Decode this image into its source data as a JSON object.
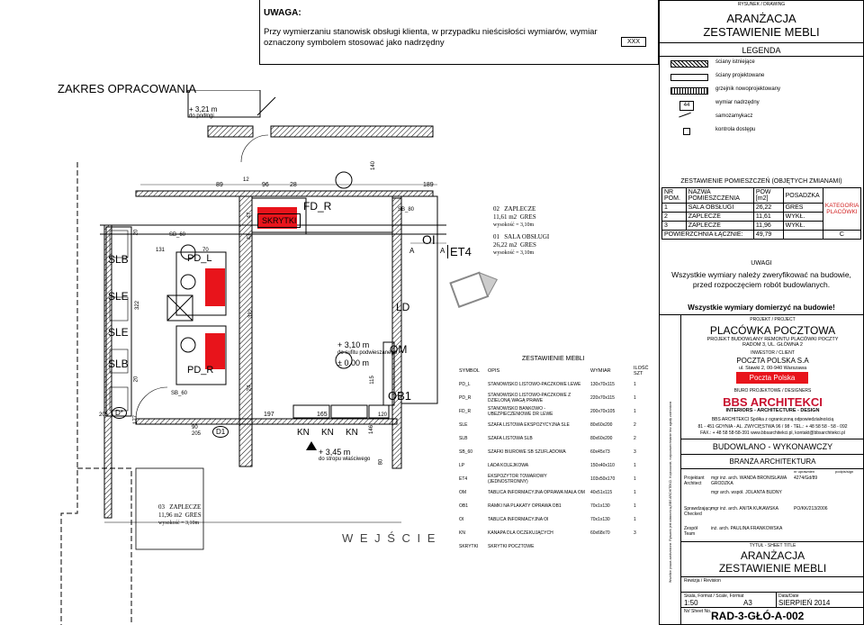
{
  "notice": {
    "title": "UWAGA:",
    "body": "Przy wymierzaniu stanowisk obsługi klienta, w przypadku nieścisłości wymiarów, wymiar oznaczony symbolem stosować jako nadrzędny",
    "symbol": "XXX"
  },
  "scope_title": "ZAKRES OPRACOWANIA",
  "plan": {
    "level_top": "+ 3,21 m",
    "level_top_sub": "do podłogi",
    "level_mid": "+ 3,10 m",
    "level_mid_sub": "do sufitu podwieszanego",
    "level_zero": "± 0,00 m",
    "level_low": "+ 3,45 m",
    "level_low_sub": "do stropu właściwego",
    "entrance": "W E J Ś C I E",
    "rooms": [
      {
        "num": "02",
        "name": "ZAPLECZE",
        "area": "11,61 m2",
        "floor": "GRES",
        "height": "wysokość = 3,10m"
      },
      {
        "num": "01",
        "name": "SALA OBSŁUGI",
        "area": "26,22 m2",
        "floor": "GRES",
        "height": "wysokość = 3,10m"
      },
      {
        "num": "03",
        "name": "ZAPLECZE",
        "area": "11,96 m2",
        "floor": "GRES",
        "height": "wysokość = 3,10m"
      }
    ],
    "dims": [
      "89",
      "12",
      "96",
      "28",
      "189",
      "140",
      "47",
      "43",
      "322",
      "131",
      "70",
      "20",
      "322",
      "20",
      "177",
      "205",
      "90",
      "205",
      "197",
      "165",
      "146",
      "115",
      "120",
      "24",
      "80"
    ],
    "tags": {
      "slb": "SLB",
      "sle": "SLE",
      "pd_l": "PD_L",
      "pd_r": "PD_R",
      "fd_r": "FD_R",
      "skrytki": "SKRYTKI",
      "sb_60a": "SB_60",
      "sb_60b": "SB_60",
      "sb_80": "SB_80",
      "oi": "OI",
      "et4": "ET4",
      "ld": "LD",
      "om": "OM",
      "ob1": "OB1",
      "kn": "KN",
      "d1": "D1",
      "d": "D*",
      "a": "A"
    }
  },
  "legend_table": {
    "title": "ZESTAWIENIE MEBLI",
    "headers": [
      "SYMBOL",
      "OPIS",
      "WYMIAR",
      "ILOŚĆ SZT"
    ],
    "rows": [
      [
        "PD_L",
        "STANOWISKO LISTOWO-PACZKOWE LEWE",
        "130x70x115",
        "1"
      ],
      [
        "PD_R",
        "STANOWISKO LISTOWO-PACZKOWE Z DZIELONĄ WAGĄ PRAWE",
        "220x70x115",
        "1"
      ],
      [
        "FD_R",
        "STANOWISKO BANKOWO - UBEZPIECZENIOWE DR LEWE",
        "200x70x105",
        "1"
      ],
      [
        "SLE",
        "SZAFA LISTOWA EKSPOZYCYJNA SLE",
        "80x60x200",
        "2"
      ],
      [
        "SLB",
        "SZAFA LISTOWA SLB",
        "80x60x200",
        "2"
      ],
      [
        "SB_60",
        "SZAFKI BIUROWE SB SZUFLADOWA",
        "60x45x73",
        "3"
      ],
      [
        "LP",
        "LADA KOLEJKOWA",
        "150x40x110",
        "1"
      ],
      [
        "ET4",
        "EKSPOZYTOR TOWAROWY (JEDNOSTRONNY)",
        "103x50x170",
        "1"
      ],
      [
        "OM",
        "TABLICA INFORMACYJNA OPRAWA MAŁA OM",
        "40x51x115",
        "1"
      ],
      [
        "OB1",
        "RAMKI NA PLAKATY OPRAWA OB1",
        "70x1x130",
        "1"
      ],
      [
        "OI",
        "TABLICA INFORMACYJNA OI",
        "70x1x130",
        "1"
      ],
      [
        "KN",
        "KANAPA DLA OCZEKUJĄCYCH",
        "60x68x70",
        "3"
      ],
      [
        "SKRYTKI",
        "SKRYTKI POCZTOWE",
        "",
        ""
      ]
    ]
  },
  "sheet": {
    "top_label": "RYSUNEK / DRAWING",
    "drawing_title_1": "ARANŻACJA",
    "drawing_title_2": "ZESTAWIENIE MEBLI",
    "legend_title": "LEGENDA",
    "legend": [
      {
        "icon": "wall-existing-icon",
        "text": "ściany istniejące"
      },
      {
        "icon": "wall-designed-icon",
        "text": "ściany projektowane"
      },
      {
        "icon": "heater-icon",
        "text": "grzejnik nowoprojektowany"
      },
      {
        "icon": "dimension-icon",
        "text": "wymiar nadrzędny",
        "tag": "44"
      },
      {
        "icon": "door-closer-icon",
        "text": "samozamykacz"
      },
      {
        "icon": "access-control-icon",
        "text": "kontrola dostępu"
      }
    ],
    "rooms_title": "ZESTAWIENIE POMIESZCZEŃ (OBJĘTYCH ZMIANAMI)",
    "rooms_headers": [
      "NR POM.",
      "NAZWA POMIESZCZENIA",
      "POW [m2]",
      "POSADZKA"
    ],
    "rooms_rows": [
      [
        "1",
        "SALA OBSŁUGI",
        "26,22",
        "GRES"
      ],
      [
        "2",
        "ZAPLECZE",
        "11,61",
        "WYKŁ."
      ],
      [
        "3",
        "ZAPLECZE",
        "11,96",
        "WYKŁ."
      ]
    ],
    "category": "KATEGORIA PLACÓWKI",
    "total_label": "POWIERZCHNIA ŁĄCZNIE:",
    "total_value": "49,79",
    "category_value": "C",
    "uwagi_title": "UWAGI",
    "uwagi_text": "Wszystkie wymiary należy zweryfikować na budowie, przed rozpoczęciem robót budowlanych.",
    "measure_note": "Wszystkie wymiary domierzyć na budowie!",
    "project_label": "PROJEKT / PROJECT",
    "project_title": "PLACÓWKA POCZTOWA",
    "project_sub": "PROJEKT BUDOWLANY REMONTU PLACÓWKI POCZTY RADOM 3, UL. GŁÓWNA 2",
    "investor_label": "INWESTOR / CLIENT",
    "investor": "POCZTA POLSKA S.A",
    "investor_addr": "ul. Stawki 2, 00-940 Warszawa",
    "investor_logo": "Poczta Polska",
    "office_label": "BIURO PROJEKTOWE / DESIGNERS",
    "office_logo": "BBS ARCHITEKCI",
    "office_tagline": "INTERIORS - ARCHITECTURE - DESIGN",
    "office_line1": "BBS ARCHITEKCI Spółka z ograniczoną odpowiedzialnością",
    "office_line2": "81 - 451 GDYNIA - AL. ZWYCIĘSTWA 96 / 98 -  TEL.: + 48 58 58 - 58 - 092",
    "office_line3": "FAX.: + 48 58 58-58-391   www.bbsarchitekci.pl, kontakt@bbsarchitekci.pl",
    "phase": "BUDOWLANO - WYKONAWCZY",
    "branch": "BRANŻA ARCHITEKTURA",
    "team_headers": [
      "nr uprawnień",
      "podpis/sign"
    ],
    "team": [
      {
        "role": "Projektant Architect",
        "name": "mgr inż. arch. WANDA BRONISŁAWA GRODZKA",
        "lic": "4274/Gd/89"
      },
      {
        "role": "",
        "name": "mgr arch. współ. JOLANTA BUDNY",
        "lic": ""
      },
      {
        "role": "Sprawdzający Checked",
        "name": "mgr inż. arch. ANITA KUKAWSKA",
        "lic": "PO/KK/213/2006"
      },
      {
        "role": "Zespół Team",
        "name": "inż. arch. PAULINA FRANKOWSKA",
        "lic": ""
      }
    ],
    "sheet_title_label": "TYTUŁ - SHEET TITLE",
    "sheet_title_1": "ARANŻACJA",
    "sheet_title_2": "ZESTAWIENIE MEBLI",
    "revision_label": "Rewizja / Revision",
    "scale_label": "Skala, Format / Scale, Format",
    "scale": "1:50",
    "format": "A3",
    "date_label": "Data/Date",
    "date": "SIERPIEŃ 2014",
    "sheet_no_label": "Nr/ Sheet No.",
    "sheet_no": "RAD-3-GŁÓ-A-002",
    "side_text": "Wszelkie prawa zastrzeżone. Rysunek jest własnością BBS ARCHITEKCI. Kopiowanie, rozpowszechnianie bez zgody zabronione."
  }
}
